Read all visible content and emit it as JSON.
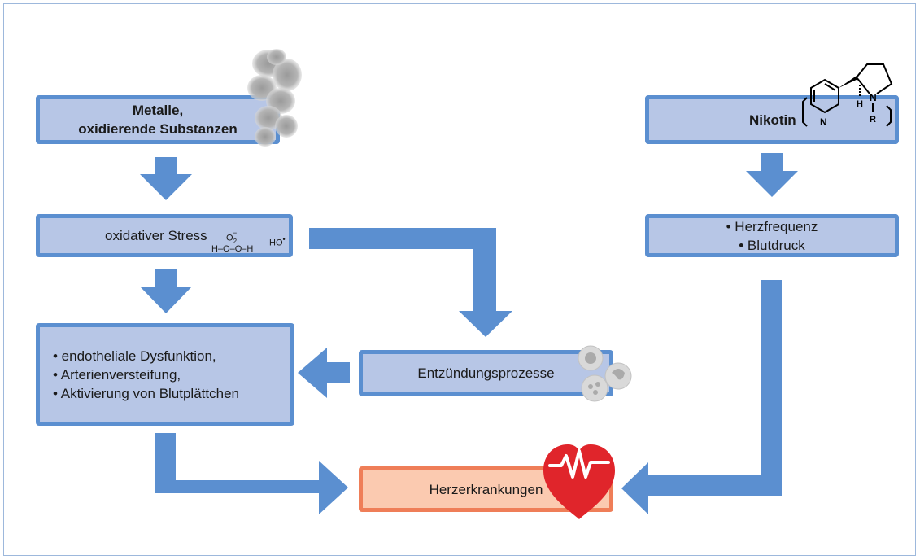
{
  "boxes": {
    "metalle": {
      "line1": "Metalle,",
      "line2": "oxidierende Substanzen"
    },
    "nikotin": {
      "label": "Nikotin"
    },
    "stress": {
      "label": "oxidativer Stress"
    },
    "herz": {
      "items": [
        "• Herzfrequenz",
        "• Blutdruck"
      ]
    },
    "endo": {
      "items": [
        "• endotheliale Dysfunktion,",
        "• Arterienversteifung,",
        "• Aktivierung von Blutplättchen"
      ]
    },
    "entz": {
      "label": "Entzündungsprozesse"
    },
    "herzerk": {
      "label": "Herzerkrankungen"
    }
  },
  "chem": {
    "superoxide_base": "O",
    "superoxide_sub": "2",
    "superoxide_sup": "−",
    "peroxide": "H–O–O–H",
    "hydroxyl": "HO",
    "hydroxyl_dot": "•",
    "pyridine_atom": "N",
    "pyrrolidine_atom": "N",
    "stereo_h": "H",
    "r_group": "R"
  },
  "colors": {
    "box_fill": "#b7c6e6",
    "box_border": "#5b8fd0",
    "arrow": "#5b8fd0",
    "target_fill": "#fbcab0",
    "target_border": "#ef7e58",
    "heart": "#e0252b"
  }
}
